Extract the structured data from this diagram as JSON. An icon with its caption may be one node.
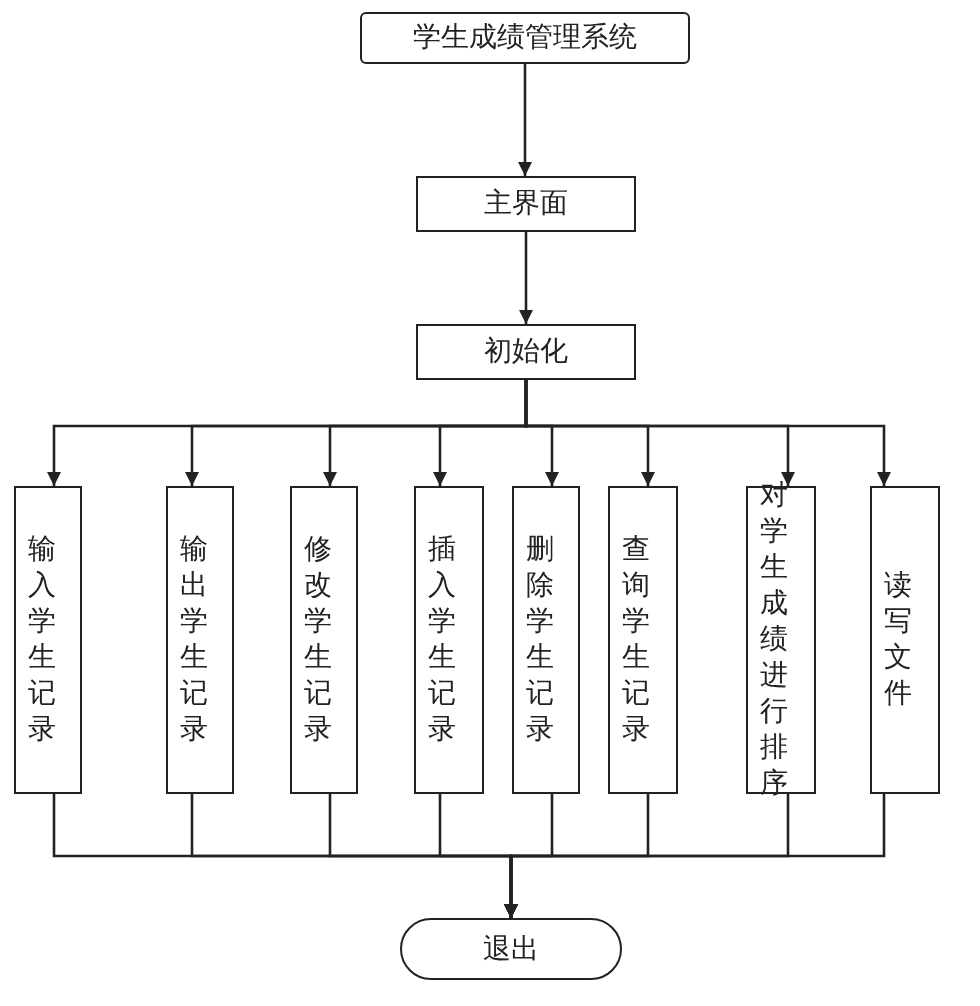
{
  "diagram": {
    "nodes": [
      {
        "text": [
          "学生成绩管理系统"
        ]
      },
      {
        "text": [
          "主界面"
        ]
      },
      {
        "text": [
          "初始化"
        ]
      },
      {
        "text": [
          "输入学生记录"
        ]
      },
      {
        "text": [
          "输出学生记录"
        ]
      },
      {
        "text": [
          "修改学生记录"
        ]
      },
      {
        "text": [
          "插入学生记录"
        ]
      },
      {
        "text": [
          "删除学生记录"
        ]
      },
      {
        "text": [
          "查询学生记录"
        ]
      },
      {
        "text": [
          "对学生成绩进行排序"
        ]
      },
      {
        "text": [
          "读写文件"
        ]
      },
      {
        "text": [
          "退出"
        ]
      }
    ],
    "edges": [
      {
        "from": 0,
        "to": 1,
        "arrow": "to"
      },
      {
        "from": 1,
        "to": 2,
        "arrow": "to"
      },
      {
        "from": 2,
        "to": 3,
        "arrow": "to"
      },
      {
        "from": 2,
        "to": 4,
        "arrow": "to"
      },
      {
        "from": 2,
        "to": 5,
        "arrow": "to"
      },
      {
        "from": 2,
        "to": 6,
        "arrow": "to"
      },
      {
        "from": 2,
        "to": 7,
        "arrow": "to"
      },
      {
        "from": 2,
        "to": 8,
        "arrow": "to"
      },
      {
        "from": 2,
        "to": 9,
        "arrow": "to"
      },
      {
        "from": 2,
        "to": 10,
        "arrow": "to"
      },
      {
        "from": 3,
        "to": 11,
        "arrow": "to"
      },
      {
        "from": 4,
        "to": 11,
        "arrow": "to"
      },
      {
        "from": 5,
        "to": 11,
        "arrow": "to"
      },
      {
        "from": 6,
        "to": 11,
        "arrow": "to"
      },
      {
        "from": 7,
        "to": 11,
        "arrow": "to"
      },
      {
        "from": 8,
        "to": 11,
        "arrow": "to"
      },
      {
        "from": 9,
        "to": 11,
        "arrow": "to"
      },
      {
        "from": 10,
        "to": 11,
        "arrow": "to"
      }
    ]
  }
}
